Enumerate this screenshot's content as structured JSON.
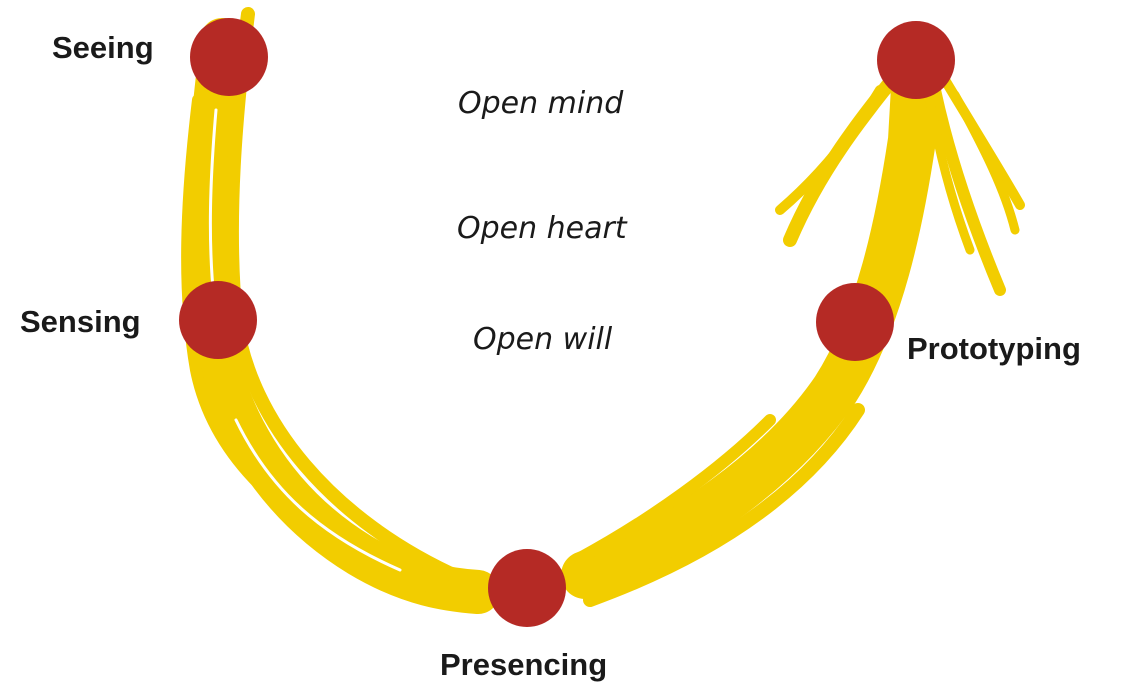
{
  "colors": {
    "stroke": "#f2cd00",
    "node": "#b52a25",
    "text": "#1a1a1a",
    "background": "#ffffff"
  },
  "stages": {
    "seeing": "Seeing",
    "sensing": "Sensing",
    "presencing": "Presencing",
    "prototyping": "Prototyping"
  },
  "openings": {
    "mind": "Open mind",
    "heart": "Open heart",
    "will": "Open will"
  }
}
